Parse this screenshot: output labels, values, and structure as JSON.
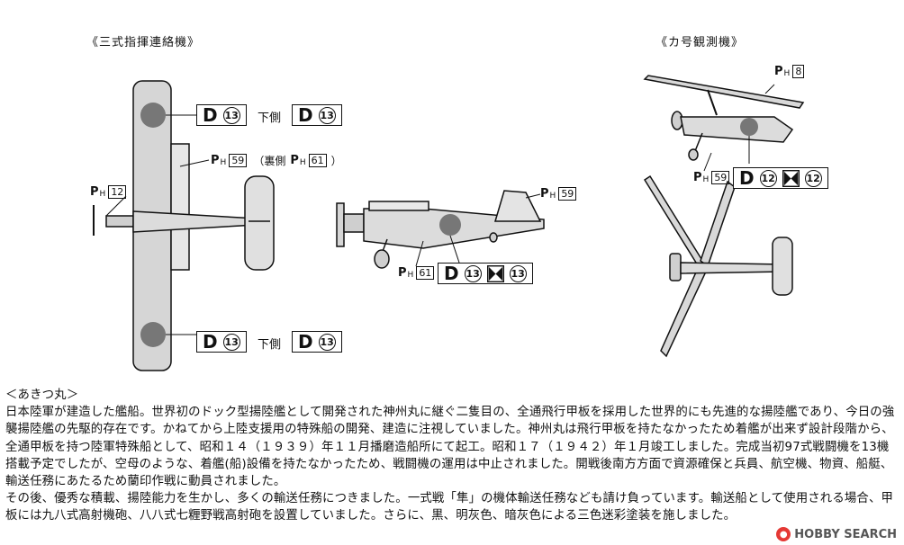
{
  "headings": {
    "left": "《三式指揮連絡機》",
    "right": "《カ号観測機》"
  },
  "decals": {
    "top_upper": {
      "letter": "D",
      "num": "13",
      "between": "下側",
      "letter2": "D",
      "num2": "13"
    },
    "top_lower": {
      "letter": "D",
      "num": "13",
      "between": "下側",
      "letter2": "D",
      "num2": "13"
    },
    "side": {
      "letter": "D",
      "num": "13",
      "num2": "13"
    },
    "autogyro": {
      "letter": "D",
      "num": "12",
      "num2": "12"
    }
  },
  "labels": {
    "ph": "P",
    "ph_sub": "H",
    "p59": "59",
    "p61": "61",
    "p12": "12",
    "p8": "8",
    "ura_open": "（裏側",
    "ura_close": "）"
  },
  "article": {
    "title": "＜あきつ丸＞",
    "para1": "日本陸軍が建造した艦船。世界初のドック型揚陸艦として開発された神州丸に継ぐ二隻目の、全通飛行甲板を採用した世界的にも先進的な揚陸艦であり、今日の強襲揚陸艦の先駆的存在です。かねてから上陸支援用の特殊船の開発、建造に注視していました。神州丸は飛行甲板を持たなかったため着艦が出来ず設計段階から、全通甲板を持つ陸軍特殊船として、昭和１４（１９３９）年１１月播磨造船所にて起工。昭和１７（１９４２）年１月竣工しました。完成当初97式戦闘機を13機搭載予定でしたが、空母のような、着艦(船)設備を持たなかったため、戦闘機の運用は中止されました。開戦後南方方面で資源確保と兵員、航空機、物資、船艇、輸送任務にあたるため蘭印作戦に動員されました。",
    "para2": "その後、優秀な積載、揚陸能力を生かし、多くの輸送任務につきました。一式戦「隼」の機体輸送任務なども請け負っています。輸送船として使用される場合、甲板には九八式高射機砲、八八式七糎野戦高射砲を設置していました。さらに、黒、明灰色、暗灰色による三色迷彩塗装を施しました。"
  },
  "watermark": "HOBBY SEARCH",
  "colors": {
    "fuselage": "#d4d4d4",
    "roundel": "#777777",
    "ink": "#111111"
  }
}
